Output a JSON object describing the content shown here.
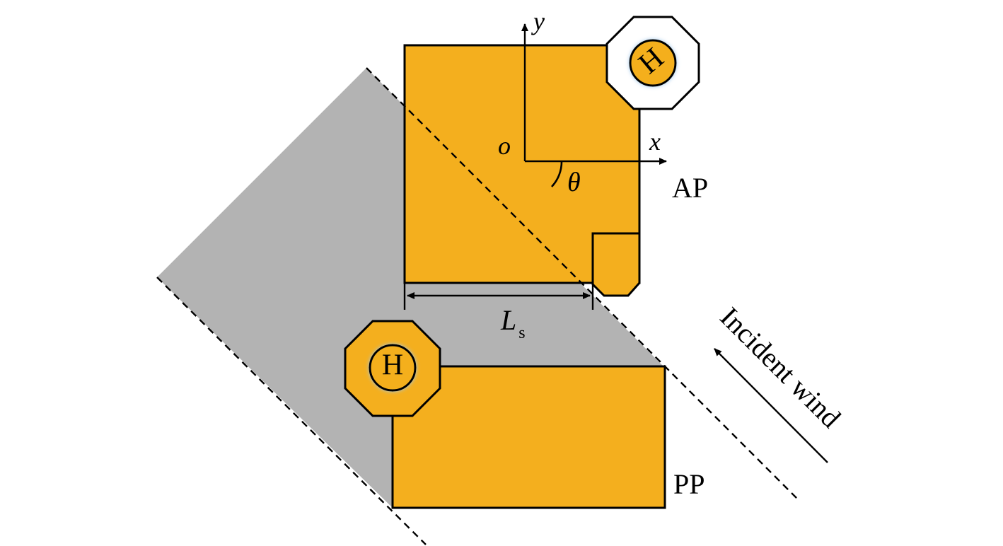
{
  "colors": {
    "platform_fill": "#F4AF1E",
    "shadow_fill": "#B3B3B3",
    "line": "#000000",
    "background": "#FFFFFF",
    "glow": "#9EC6EA"
  },
  "labels": {
    "axis_y": "y",
    "axis_x": "x",
    "origin": "o",
    "angle": "θ",
    "spacing_main": "L",
    "spacing_sub": "s",
    "platform_top": "AP",
    "platform_bottom": "PP",
    "wind": "Incident wind"
  },
  "helipads": {
    "top_marker": "H",
    "bottom_marker": "H"
  },
  "icons": {
    "helipad_top": "octagon-helipad-icon",
    "helipad_bottom": "octagon-helipad-icon",
    "wind_arrow": "arrow-icon"
  }
}
